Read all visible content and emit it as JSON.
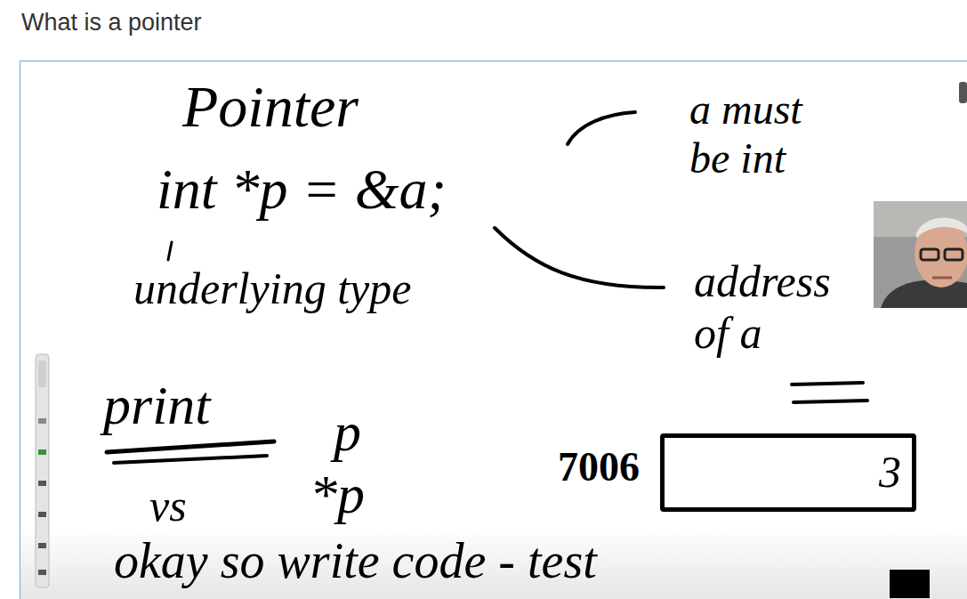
{
  "diagram": {
    "title": "What is a pointer",
    "nodes": [
      {
        "text": [
          "7006",
          "3"
        ]
      }
    ],
    "labels": [
      "Pointer",
      "int *p = &a;",
      "a must be int",
      "underlying type",
      "address of a",
      "print",
      "p",
      "vs",
      "*p",
      "okay so write code - test"
    ]
  }
}
